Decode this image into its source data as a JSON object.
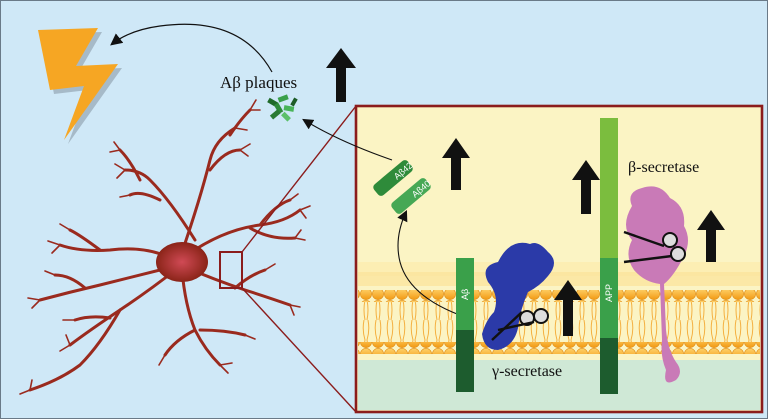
{
  "labels": {
    "plaques": "Aβ plaques",
    "beta_secretase": "β-secretase",
    "gamma_secretase": "γ-secretase",
    "ab42": "Aβ42",
    "ab40": "Aβ40",
    "ab": "Aβ",
    "app": "APP"
  },
  "colors": {
    "background": "#cfe8f7",
    "panel_fill": "#fbf4c4",
    "panel_border": "#8b1c1c",
    "neuron": "#9a2a1e",
    "lightning": "#f6a623",
    "beta_enzyme": "#c97ab7",
    "gamma_enzyme": "#2b3aa8",
    "peptide_green": "#2e8b3a",
    "lipid_head": "#f5a623",
    "arrow": "#111111"
  },
  "icons": [
    "lightning-bolt-icon",
    "scissors-icon",
    "up-arrow-icon",
    "neuron-icon",
    "plaque-icon"
  ]
}
